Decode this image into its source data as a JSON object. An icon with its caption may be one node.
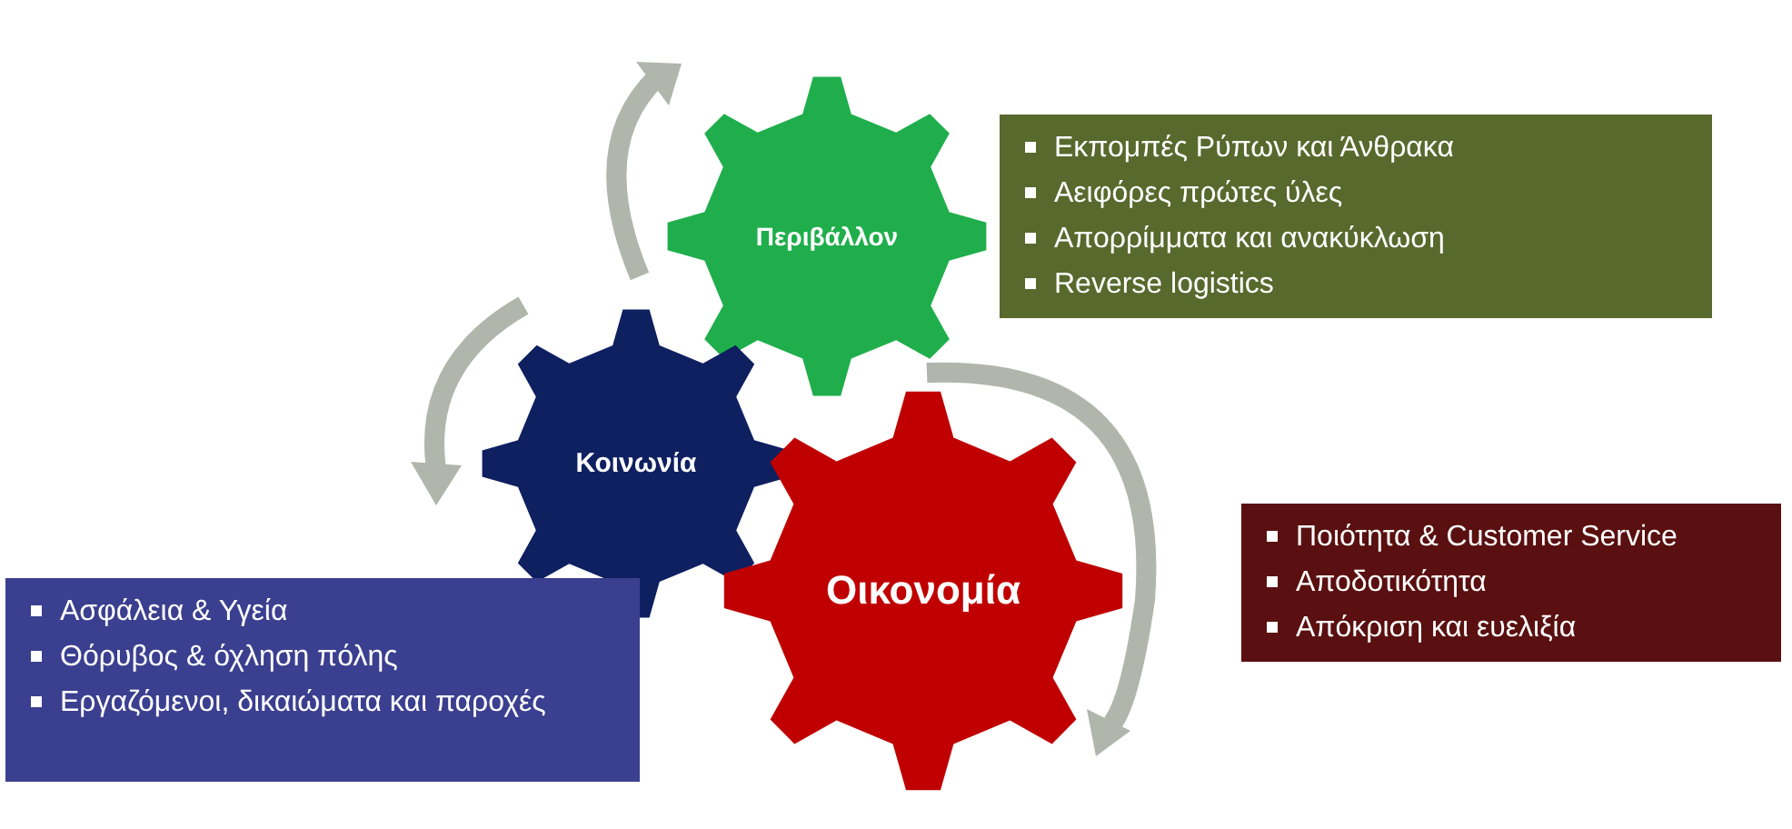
{
  "diagram": {
    "nodes": [
      {
        "text": [
          "Περιβάλλον"
        ]
      },
      {
        "text": [
          "Εκπομπές Ρύπων και Άνθρακα",
          "Αειφόρες πρώτες ύλες",
          "Απορρίμματα και ανακύκλωση",
          "Reverse  logistics"
        ]
      },
      {
        "text": [
          "Κοινωνία"
        ]
      },
      {
        "text": [
          "Οικονομία"
        ]
      },
      {
        "text": [
          "Ποιότητα & Customer Service",
          "Αποδοτικότητα",
          "Απόκριση και ευελιξία"
        ]
      },
      {
        "text": [
          "Ασφάλεια & Υγεία",
          "Θόρυβος & όχληση πόλης",
          "Εργαζόμενοι, δικαιώματα και παροχές"
        ]
      }
    ]
  }
}
